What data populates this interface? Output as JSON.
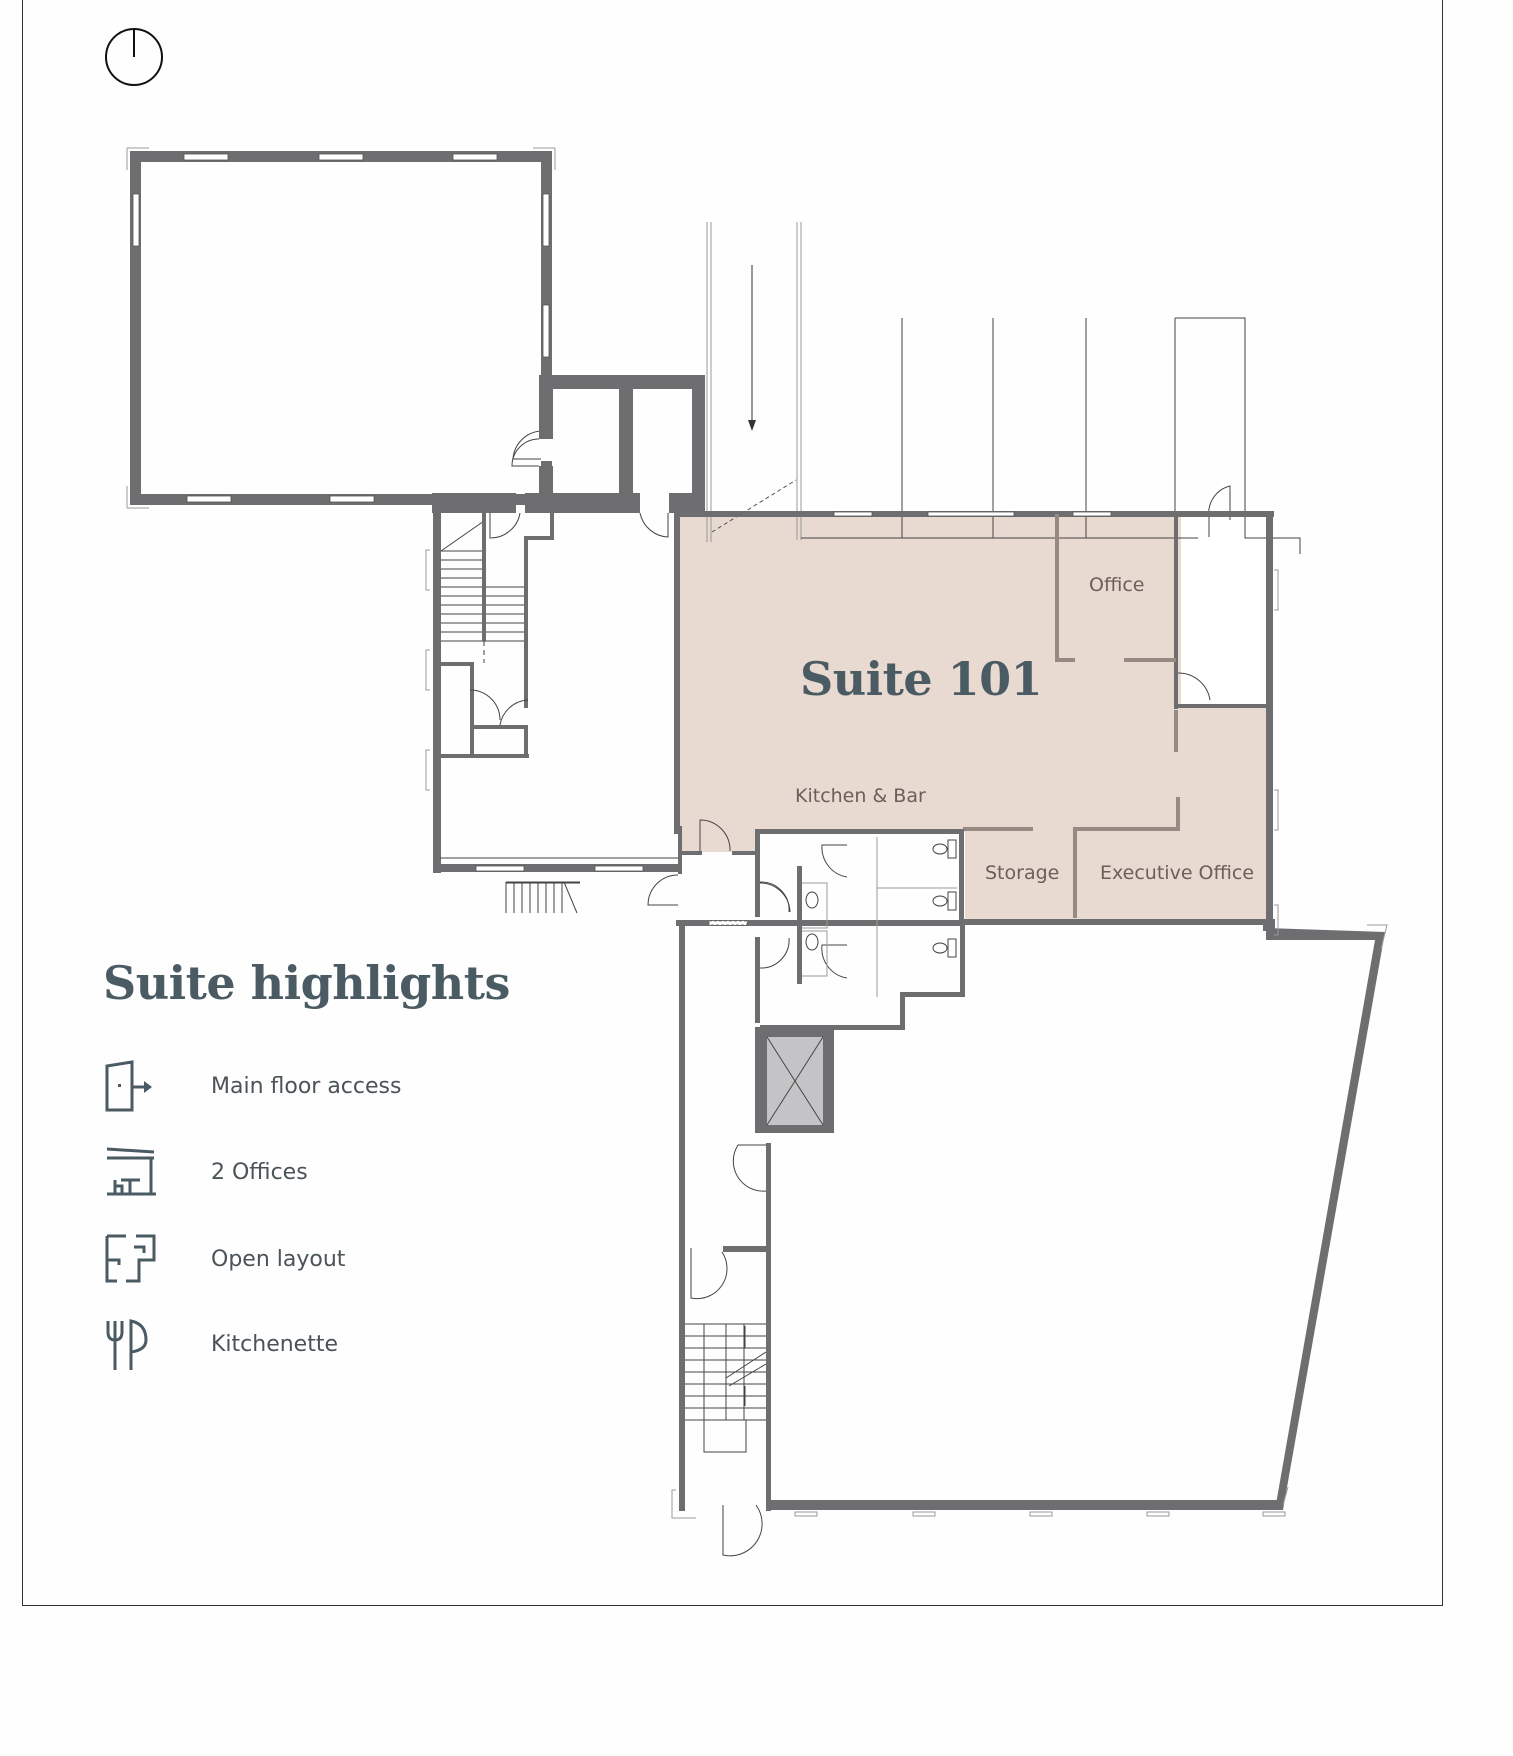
{
  "plan": {
    "suite_title": "Suite 101",
    "rooms": {
      "office": "Office",
      "kitchen_bar": "Kitchen & Bar",
      "storage": "Storage",
      "executive_office": "Executive Office"
    },
    "compass_icon": "north-arrow-icon",
    "colors": {
      "suite_fill": "#e8dad1",
      "wall": "#6e6e70",
      "partition": "#978a82",
      "title_text": "#4a5b63",
      "room_label_text": "#6a5f59",
      "elevator_fill": "#c4c4c6"
    }
  },
  "highlights": {
    "title": "Suite highlights",
    "items": [
      {
        "icon": "door-exit-icon",
        "label": "Main floor access"
      },
      {
        "icon": "office-desk-icon",
        "label": "2 Offices"
      },
      {
        "icon": "floorplan-icon",
        "label": "Open layout"
      },
      {
        "icon": "fork-knife-icon",
        "label": "Kitchenette"
      }
    ]
  }
}
